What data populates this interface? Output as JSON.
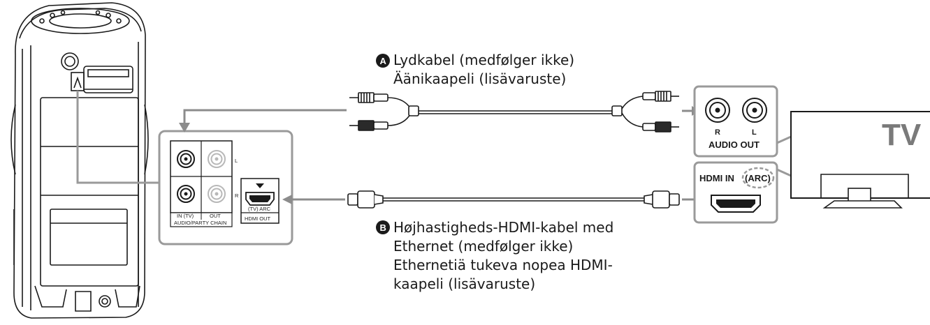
{
  "cable_a": {
    "badge": "A",
    "line1": "Lydkabel (medfølger ikke)",
    "line2": "Äänikaapeli (lisävaruste)"
  },
  "cable_b": {
    "badge": "B",
    "line1": "Højhastigheds-HDMI-kabel med",
    "line2": "Ethernet (medfølger ikke)",
    "line3": "Ethernetiä tukeva nopea HDMI-",
    "line4": "kaapeli (lisävaruste)"
  },
  "speaker_panel": {
    "jack_l": "L",
    "jack_r": "R",
    "in_tv": "IN (TV)",
    "out": "OUT",
    "audio_party_chain": "AUDIO/PARTY CHAIN",
    "tv_arc": "(TV) ARC",
    "hdmi_out": "HDMI OUT"
  },
  "tv_panel": {
    "jack_r": "R",
    "jack_l": "L",
    "audio_out": "AUDIO OUT",
    "hdmi_in": "HDMI IN",
    "arc": "(ARC)",
    "tv_label": "TV"
  },
  "colors": {
    "line": "#1a1a1a",
    "arrow_gray": "#8c8c8c",
    "panel_border": "#9a9a9a",
    "jack_faded": "#b8b8b8"
  }
}
